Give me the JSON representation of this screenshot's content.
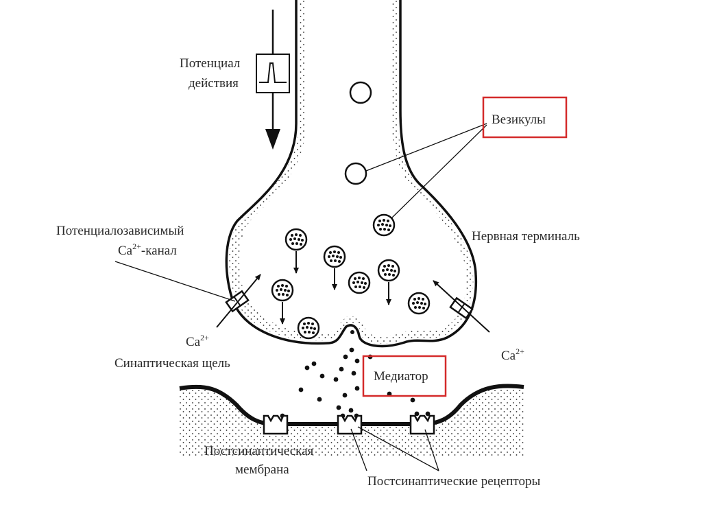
{
  "labels": {
    "action_potential_line1": "Потенциал",
    "action_potential_line2": "действия",
    "vesicles": "Везикулы",
    "nerve_terminal": "Нервная терминаль",
    "ca_channel_line1": "Потенциалозависимый",
    "ca_channel_line2_prefix": "Ca",
    "ca_channel_line2_sup": "2+",
    "ca_channel_line2_suffix": "-канал",
    "ca_left": "Ca",
    "ca_left_sup": "2+",
    "ca_right": "Ca",
    "ca_right_sup": "2+",
    "synaptic_cleft": "Синаптическая щель",
    "mediator": "Медиатор",
    "postsynaptic_membrane_line1": "Постсинаптическая",
    "postsynaptic_membrane_line2": "мембрана",
    "postsynaptic_receptors": "Постсинаптические рецепторы"
  },
  "colors": {
    "ink": "#111111",
    "text": "#2a2a2a",
    "highlight_box": "#d42a2a"
  }
}
